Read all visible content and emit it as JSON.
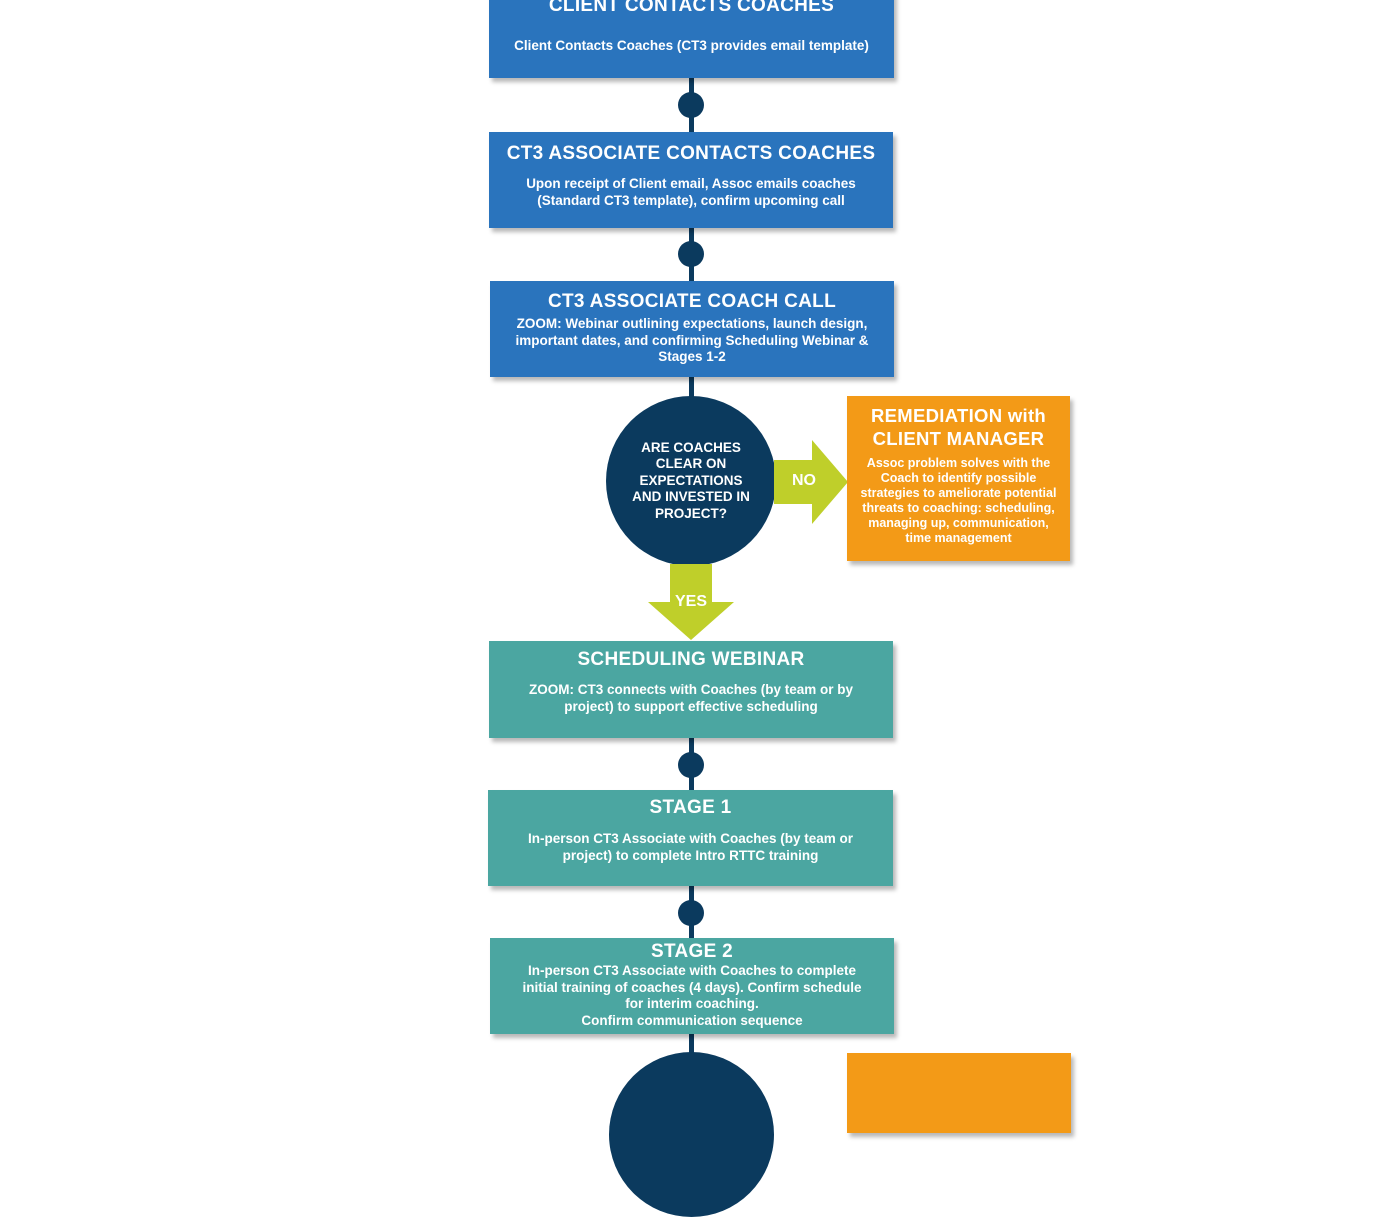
{
  "colors": {
    "process_blue": "#2a74bd",
    "process_teal": "#4ba6a1",
    "remediation_orange": "#f39a17",
    "connector_navy": "#0b3a5e",
    "arrow_lime": "#bfcf2a"
  },
  "steps": [
    {
      "title": "CLIENT CONTACTS COACHES",
      "desc": "Client Contacts Coaches (CT3 provides email template)"
    },
    {
      "title": "CT3  ASSOCIATE CONTACTS COACHES",
      "desc": "Upon receipt of Client email, Assoc emails coaches\n(Standard CT3 template), confirm upcoming call"
    },
    {
      "title": "CT3 ASSOCIATE COACH CALL",
      "desc": "ZOOM: Webinar outlining expectations, launch design,\nimportant dates, and confirming Scheduling Webinar &\nStages 1-2"
    },
    {
      "title": "SCHEDULING WEBINAR",
      "desc": "ZOOM: CT3 connects with Coaches (by team or by\nproject) to support effective scheduling"
    },
    {
      "title": "STAGE 1",
      "desc": "In-person CT3 Associate with Coaches (by team or\nproject) to complete Intro RTTC training"
    },
    {
      "title": "STAGE 2",
      "desc": "In-person CT3 Associate with Coaches to complete\ninitial training of coaches (4 days).  Confirm schedule\nfor interim coaching.\nConfirm communication sequence"
    }
  ],
  "decision": {
    "question": "ARE COACHES\nCLEAR ON\nEXPECTATIONS\nAND INVESTED IN\nPROJECT?",
    "yes_label": "YES",
    "no_label": "NO"
  },
  "remediation": {
    "title": "REMEDIATION with\nCLIENT MANAGER",
    "desc": "Assoc problem solves with the\nCoach to identify possible\nstrategies to ameliorate potential\nthreats to coaching:  scheduling,\nmanaging up, communication,\ntime management"
  }
}
